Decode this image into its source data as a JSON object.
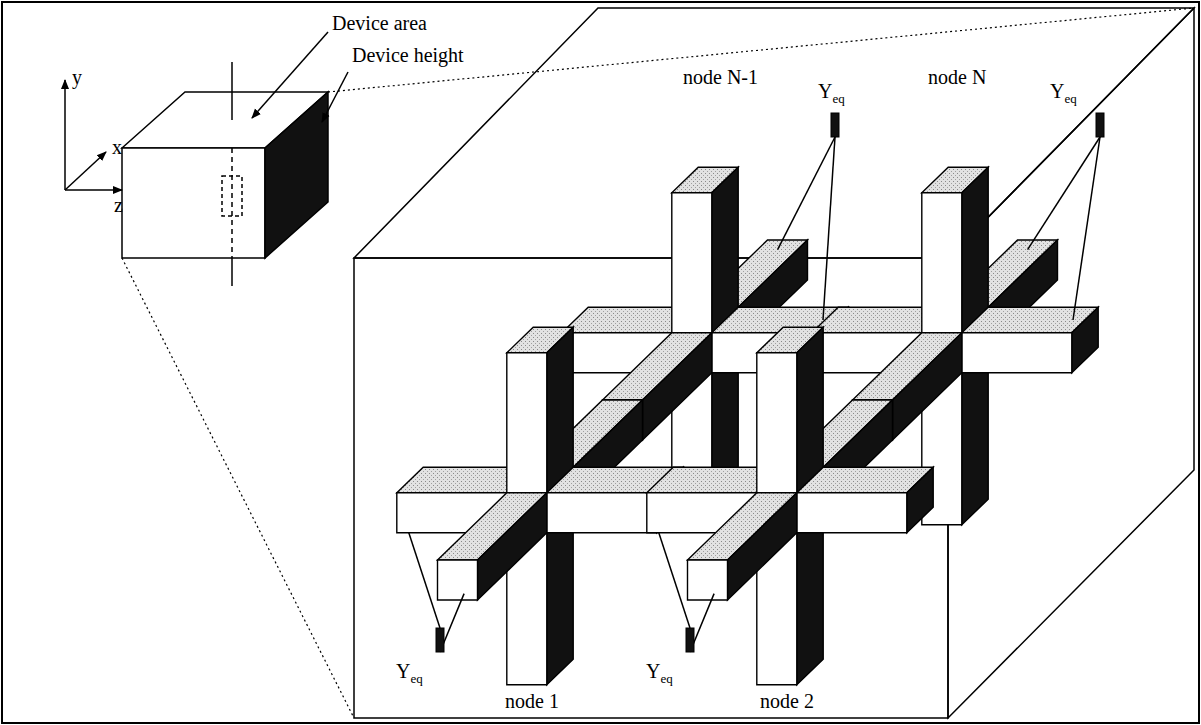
{
  "diagram": {
    "labels": [
      "Device area",
      "Device height",
      "y",
      "x",
      "z",
      "node N-1",
      "node N",
      "Yeq",
      "Yeq",
      "Yeq",
      "Yeq",
      "node 1",
      "node 2"
    ]
  }
}
